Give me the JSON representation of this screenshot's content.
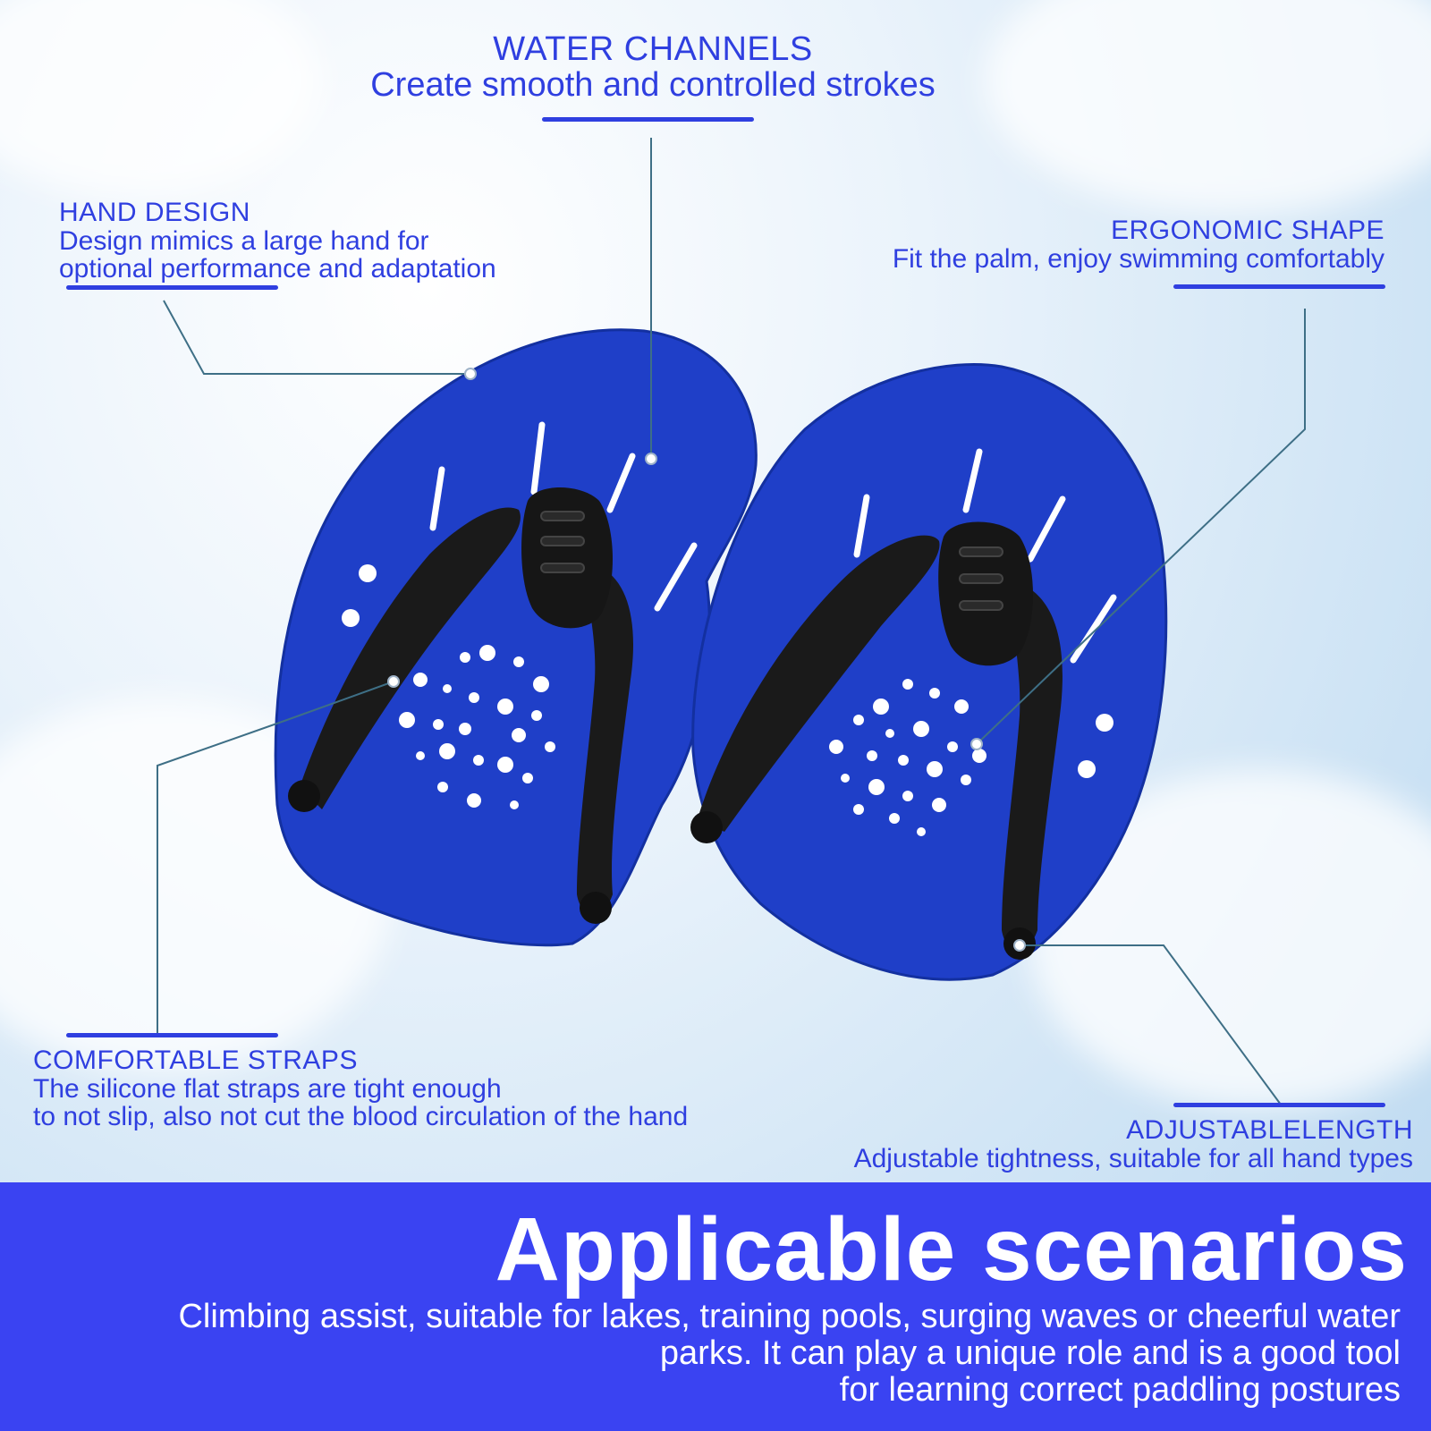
{
  "callouts": {
    "water_channels": {
      "title": "WATER CHANNELS",
      "desc": "Create smooth and controlled strokes"
    },
    "hand_design": {
      "title": "HAND DESIGN",
      "desc_lines": [
        "Design mimics a large hand for",
        "optional performance and adaptation"
      ]
    },
    "ergonomic_shape": {
      "title": "ERGONOMIC SHAPE",
      "desc": "Fit the palm, enjoy swimming comfortably"
    },
    "comfortable_straps": {
      "title": "COMFORTABLE STRAPS",
      "desc_lines": [
        "The silicone flat straps are tight enough",
        "to not slip, also not cut the blood circulation of the hand"
      ]
    },
    "adjustable_length": {
      "title": "ADJUSTABLELENGTH",
      "desc": "Adjustable tightness, suitable for all hand types"
    }
  },
  "banner": {
    "title": "Applicable scenarios",
    "text_lines": [
      "Climbing assist, suitable for lakes, training pools, surging waves or cheerful water",
      "parks. It can play a unique role and is a good tool",
      "for learning correct paddling postures"
    ]
  },
  "colors": {
    "text_blue": "#2f3fe0",
    "banner_blue": "#3a43f2",
    "paddle_blue": "#1f3fc8",
    "strap_black": "#1a1a1a",
    "leader_line": "#3e6f86"
  },
  "product": {
    "name": "swimming hand paddles",
    "count": 2
  }
}
